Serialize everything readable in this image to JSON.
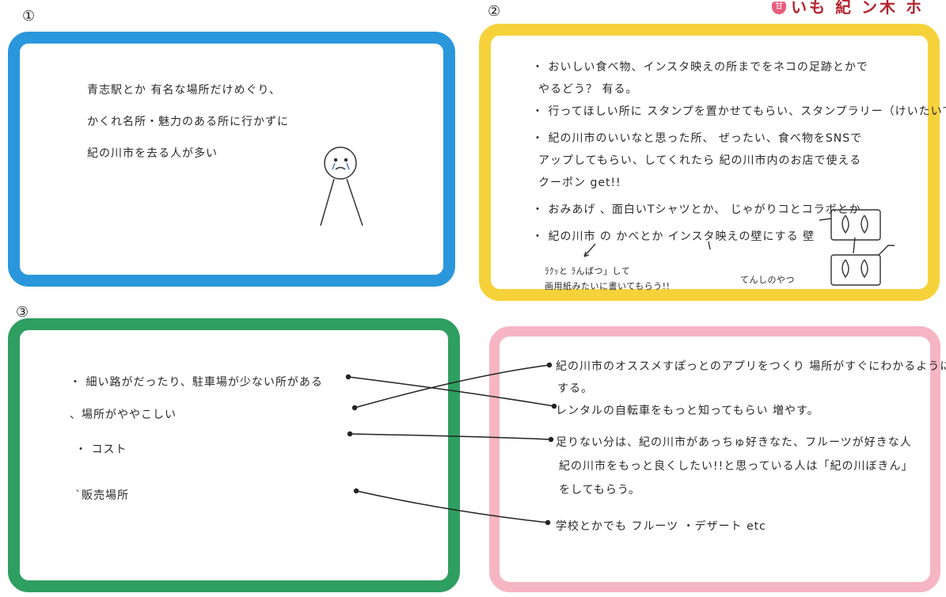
{
  "section_numbers": [
    "①",
    "②",
    "③"
  ],
  "logo": {
    "badge": "甘",
    "text": "いも 紀 ン木 ホ"
  },
  "panel1": {
    "lines": [
      "青志駅とか 有名な場所だけめぐり、",
      "かくれ名所・魅力のある所に行かずに",
      "紀の川市を去る人が多い"
    ]
  },
  "panel2": {
    "lines": [
      "・ おいしい食べ物、インスタ映えの所までをネコの足跡とかで",
      "やるどう？ 有る。",
      "・ 行ってほしい所に スタンプを置かせてもらい、スタンプラリー（けいたいで）",
      "・ 紀の川市のいいなと思った所、 ぜったい、食べ物をSNSで",
      "アップしてもらい、してくれたら 紀の川市内のお店で使える",
      "クーポン get!!",
      "・ おみあげ 、面白いTシャツとか、 じゃがりコとコラボとか",
      "・ 紀の川市 の かべとか インスタ映えの壁にする 壁"
    ],
    "notes": [
      "ﾗｸｯと ﾗんぱつ」して",
      "画用紙みたいに書いてもらう!!",
      "てんしのやつ"
    ]
  },
  "panel3": {
    "items": [
      "・ 細い路がだったり、駐車場が少ない所がある",
      "、場所がややこしい",
      "・ コスト",
      "`販売場所"
    ]
  },
  "panel4": {
    "lines": [
      "紀の川市のオススメすぽっとのアプリをつくり 場所がすぐにわかるように",
      "する。",
      "レンタルの自転車をもっと知ってもらい 増やす。",
      "足りない分は、紀の川市があっちゅ好きなた、フルーツが好きな人",
      "紀の川市をもっと良くしたい!!と思っている人は「紀の川ぼきん」",
      "をしてもらう。",
      "学校とかでも フルーツ ・デザート etc"
    ]
  },
  "colors": {
    "blue": "#2a97dc",
    "yellow": "#f6d23a",
    "green": "#2f9e61",
    "pink": "#f6b5c3",
    "ink": "#2a2a2a"
  }
}
